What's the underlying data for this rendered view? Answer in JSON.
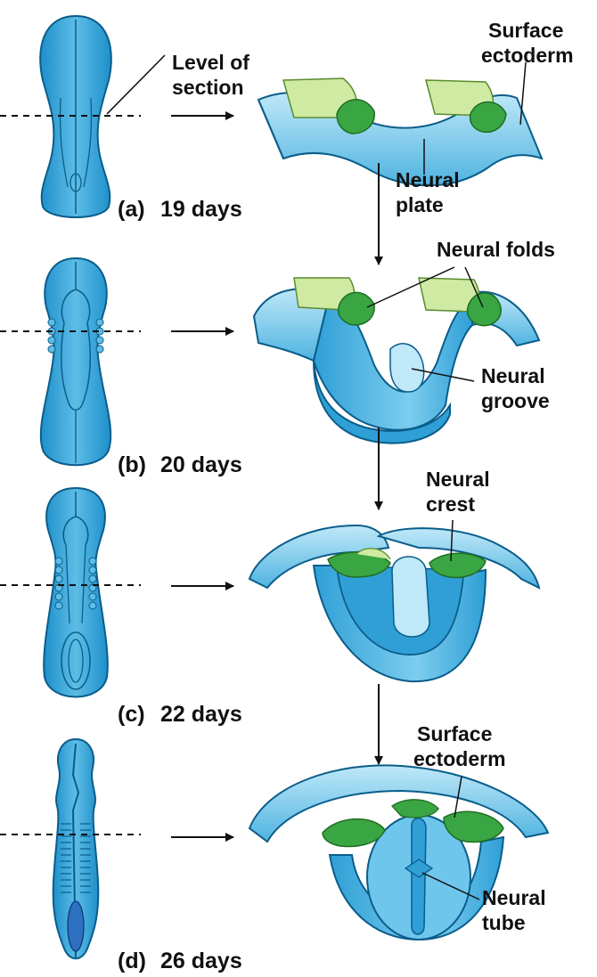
{
  "figure": {
    "stages": [
      {
        "letter": "(a)",
        "age": "19 days"
      },
      {
        "letter": "(b)",
        "age": "20 days"
      },
      {
        "letter": "(c)",
        "age": "22 days"
      },
      {
        "letter": "(d)",
        "age": "26 days"
      }
    ],
    "labels": {
      "level_of_section": [
        "Level of",
        "section"
      ],
      "surface_ectoderm_top": [
        "Surface",
        "ectoderm"
      ],
      "neural_plate": [
        "Neural",
        "plate"
      ],
      "neural_folds": [
        "Neural folds"
      ],
      "neural_groove": [
        "Neural",
        "groove"
      ],
      "neural_crest": [
        "Neural",
        "crest"
      ],
      "surface_ectoderm_bottom": [
        "Surface",
        "ectoderm"
      ],
      "neural_tube": [
        "Neural",
        "tube"
      ]
    },
    "colors": {
      "tissue_blue": "#3fa9d8",
      "tissue_light": "#a9def3",
      "tissue_dark": "#0f7db4",
      "neural_fold_green": "#3aa543",
      "ectoderm_green": "#cfeaa3",
      "outline": "#0a5d8a"
    }
  }
}
